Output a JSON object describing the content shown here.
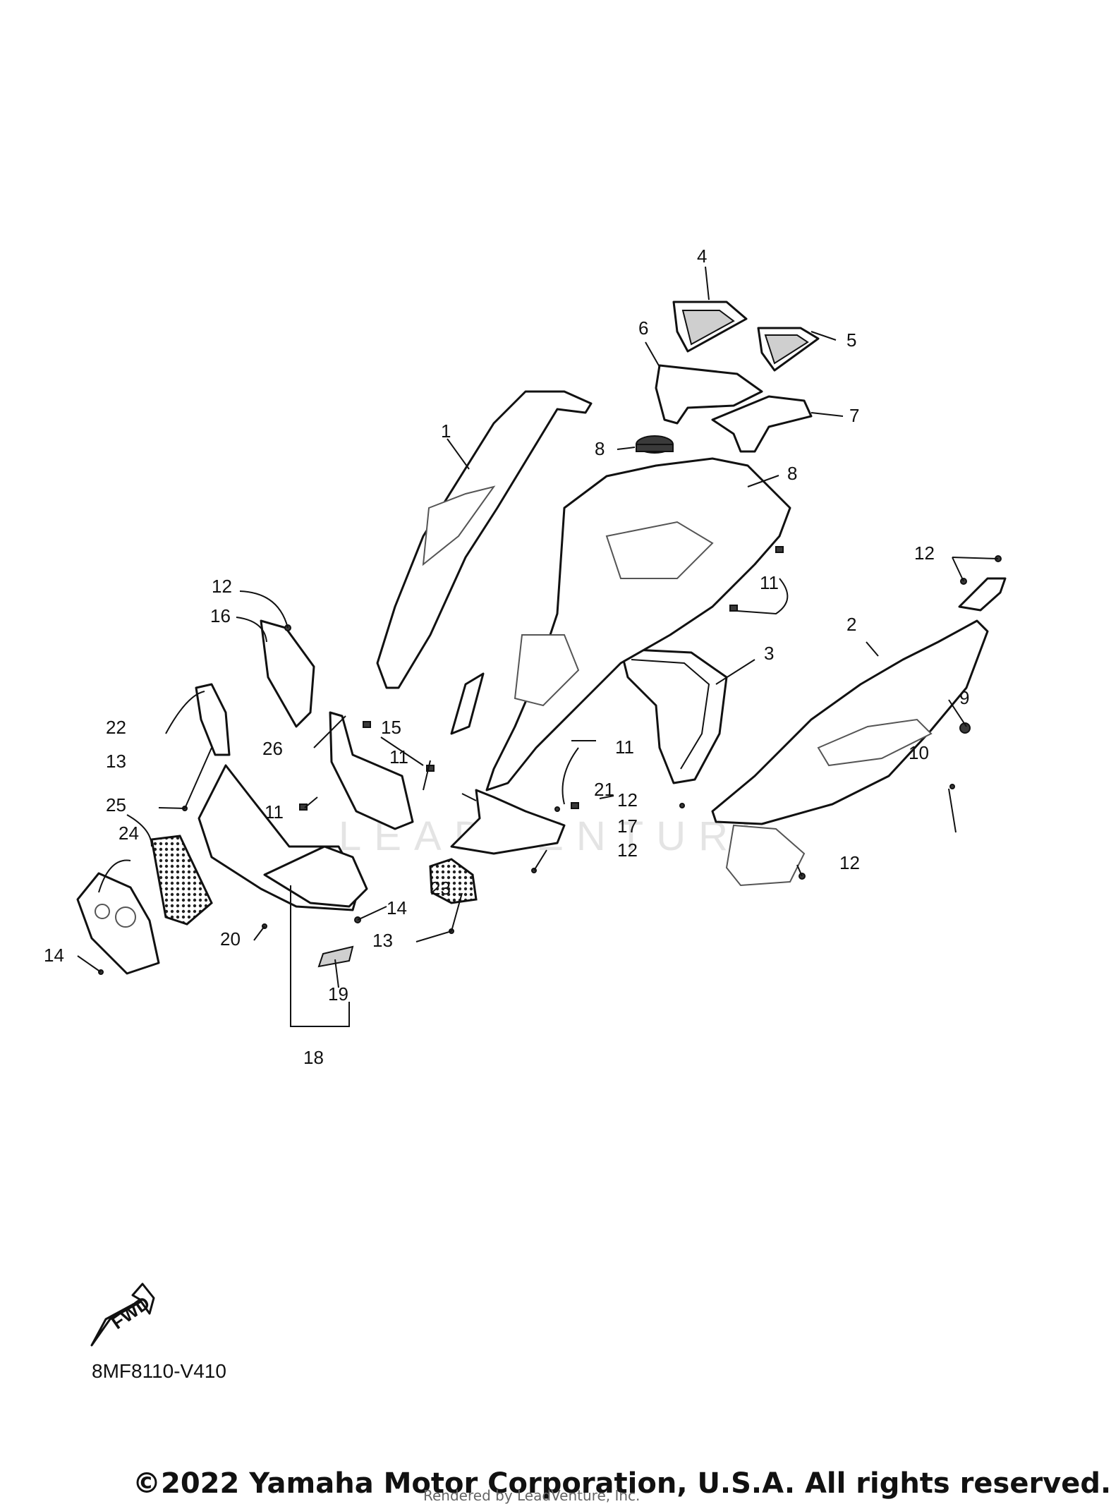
{
  "diagram": {
    "watermark_text": "LEADVENTURE",
    "fwd_label": "FWD",
    "diagram_code": "8MF8110-V410",
    "copyright": "©2022 Yamaha Motor Corporation, U.S.A. All rights reserved.",
    "rendered_by": "Rendered by LeadVenture, Inc.",
    "callouts": {
      "c1": "1",
      "c2": "2",
      "c3": "3",
      "c4": "4",
      "c5": "5",
      "c6": "6",
      "c7": "7",
      "c8a": "8",
      "c8b": "8",
      "c9": "9",
      "c10": "10",
      "c11a": "11",
      "c11b": "11",
      "c11c": "11",
      "c11d": "11",
      "c12a": "12",
      "c12b": "12",
      "c12c": "12",
      "c12d": "12",
      "c12e": "12",
      "c13a": "13",
      "c13b": "13",
      "c14a": "14",
      "c14b": "14",
      "c15": "15",
      "c16": "16",
      "c17": "17",
      "c18": "18",
      "c19": "19",
      "c20": "20",
      "c21": "21",
      "c22": "22",
      "c23": "23",
      "c24": "24",
      "c25": "25",
      "c26": "26"
    }
  }
}
